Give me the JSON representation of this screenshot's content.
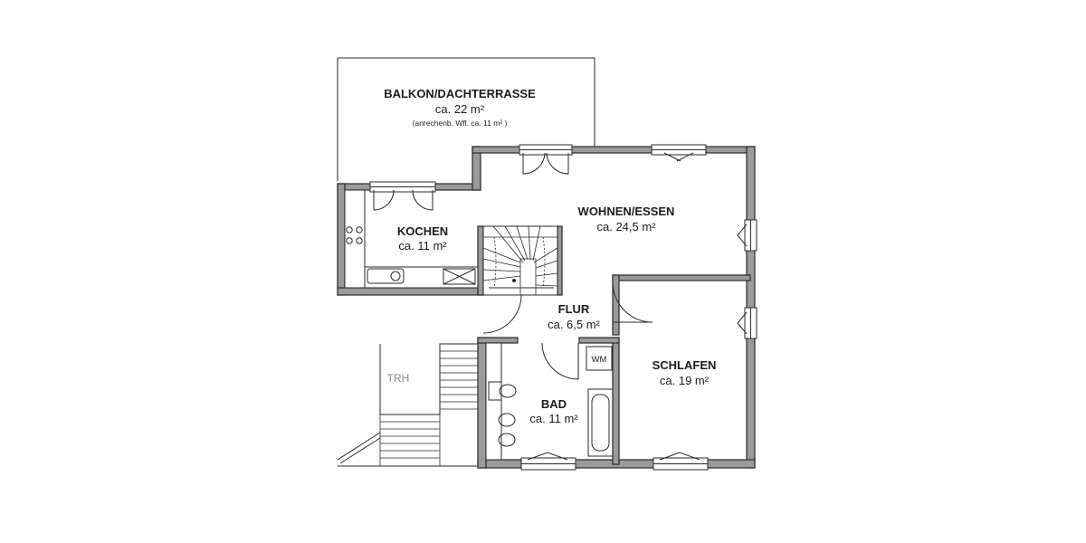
{
  "rooms": {
    "balkon": {
      "name": "BALKON/DACHTERRASSE",
      "area": "ca. 22 m²",
      "note": "(anrechenb. Wfl. ca. 11 m² )"
    },
    "kochen": {
      "name": "KOCHEN",
      "area": "ca. 11 m²"
    },
    "wohnen": {
      "name": "WOHNEN/ESSEN",
      "area": "ca. 24,5 m²"
    },
    "flur": {
      "name": "FLUR",
      "area": "ca. 6,5 m²"
    },
    "schlafen": {
      "name": "SCHLAFEN",
      "area": "ca. 19 m²"
    },
    "bad": {
      "name": "BAD",
      "area": "ca. 11 m²"
    }
  },
  "labels": {
    "trh": "TRH",
    "wm": "WM"
  },
  "colors": {
    "wall_fill": "#9a9a9a",
    "line": "#2a2a2a",
    "background": "#ffffff"
  }
}
